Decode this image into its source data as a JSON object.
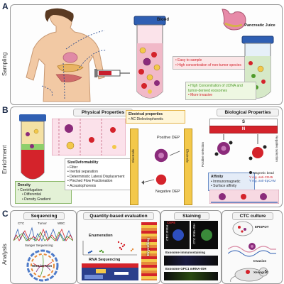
{
  "panels": {
    "a": {
      "letter": "A",
      "side": "Sampling"
    },
    "b": {
      "letter": "B",
      "side": "Enrichment"
    },
    "c": {
      "letter": "C",
      "side": "Analysis"
    }
  },
  "sampling": {
    "blood_label": "Blood",
    "juice_label": "Pancreatic Juice",
    "blood_notes": [
      "Easy to sample",
      "High concentration of non-tumor species"
    ],
    "juice_notes": [
      "High Concentration of ctDNA and tumor-derived exosomes",
      "More invasive"
    ]
  },
  "enrichment": {
    "physical_title": "Physical Properties",
    "electrical_title": "Electrical properties",
    "electrical_item": "AC Dielectrophoretic",
    "size_title": "Size/Deformability",
    "size_items": [
      "Filter",
      "Inertial separation",
      "Deterministic Lateral Displacement",
      "Pinched Flow Fractionation",
      "Acoustophoresis"
    ],
    "density_title": "Density",
    "density_items": [
      "Centrifugation:",
      "Differential",
      "Density Gradient"
    ],
    "electrode_left": "Electrode",
    "electrode_right": "Electrode",
    "pos_dep": "Positive DEP",
    "neg_dep": "Negative DEP",
    "bio_title": "Biological Properties",
    "magnet_s": "S",
    "magnet_n": "N",
    "pos_sel": "Positive selection",
    "neg_sel": "Negative selection",
    "affinity_title": "Affinity",
    "affinity_items": [
      "Immunomagnetic",
      "Surface affinity"
    ],
    "legend": [
      "Magnetic bead",
      "e.g. anti-CD45",
      "e.g. anti-EpCAM"
    ]
  },
  "analysis": {
    "seq_title": "Sequencing",
    "seq_labels": [
      "CTC",
      "Tumor",
      "WBC"
    ],
    "sanger": "Sanger Sequencing",
    "wgs": "WGS by NGS",
    "quant_title": "Quantity-based evaluation",
    "enumeration": "Enumeration",
    "rna_seq": "RNA Sequencing",
    "ev_profiling": "EV profiling",
    "staining_title": "Staining",
    "ctc_ifish": "CTC IFISH",
    "ctc_rna_ish": "CTC RNA-ISH",
    "cep8": "CEP8",
    "exo_immuno": "Exosome immunostaining",
    "exo_gpc1": "Exosome GPC1 mRNA-ISH",
    "culture_title": "CTC culture",
    "epispot": "EPISPOT",
    "invasion": "Invasion",
    "xenograft": "Xenograft"
  },
  "colors": {
    "accent_red": "#d4232b",
    "accent_green": "#4e9a2a",
    "tube_yellow": "#f3c84a",
    "frame": "#9a9a9a"
  }
}
